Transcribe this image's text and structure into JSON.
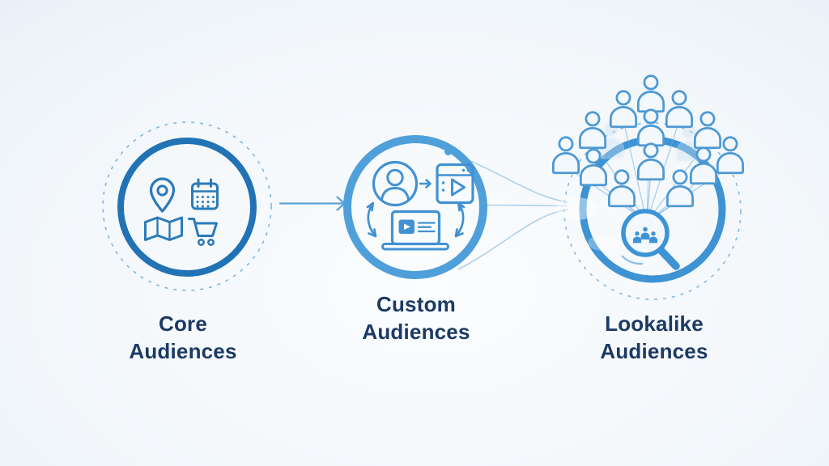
{
  "diagram": {
    "nodes": [
      {
        "id": "core-audiences",
        "line1": "Core",
        "line2": "Audiences",
        "ring_color": "#2173b5",
        "icons": [
          "location-pin-icon",
          "calendar-icon",
          "folded-map-icon",
          "shopping-cart-icon"
        ]
      },
      {
        "id": "custom-audiences",
        "line1": "Custom",
        "line2": "Audiences",
        "ring_color": "#4f9fdb",
        "icons": [
          "user-avatar-icon",
          "arrow-right-icon",
          "video-player-window-icon",
          "laptop-video-icon",
          "cycle-arrows-icon"
        ]
      },
      {
        "id": "lookalike-audiences",
        "line1": "Lookalike",
        "line2": "Audiences",
        "ring_color": "#3d93d4",
        "icons": [
          "magnifier-audience-icon",
          "audience-crowd-icon",
          "radiating-lines"
        ]
      }
    ],
    "connectors": [
      {
        "from": "core-audiences",
        "to": "custom-audiences",
        "style": "straight-arrow"
      },
      {
        "from": "custom-audiences",
        "to": "lookalike-audiences",
        "style": "three-converging-curves"
      }
    ],
    "colors": {
      "background_center": "#fafcfe",
      "background_edge": "#d9e6f2",
      "label_text": "#1c3a64",
      "core_ring": "#2173b5",
      "custom_ring": "#4f9fdb",
      "lookalike_ring": "#3d93d4",
      "icon_blue": "#4292d3",
      "dashed_ring": "#6fa8d6",
      "connector_line": "#7eb2de"
    }
  }
}
